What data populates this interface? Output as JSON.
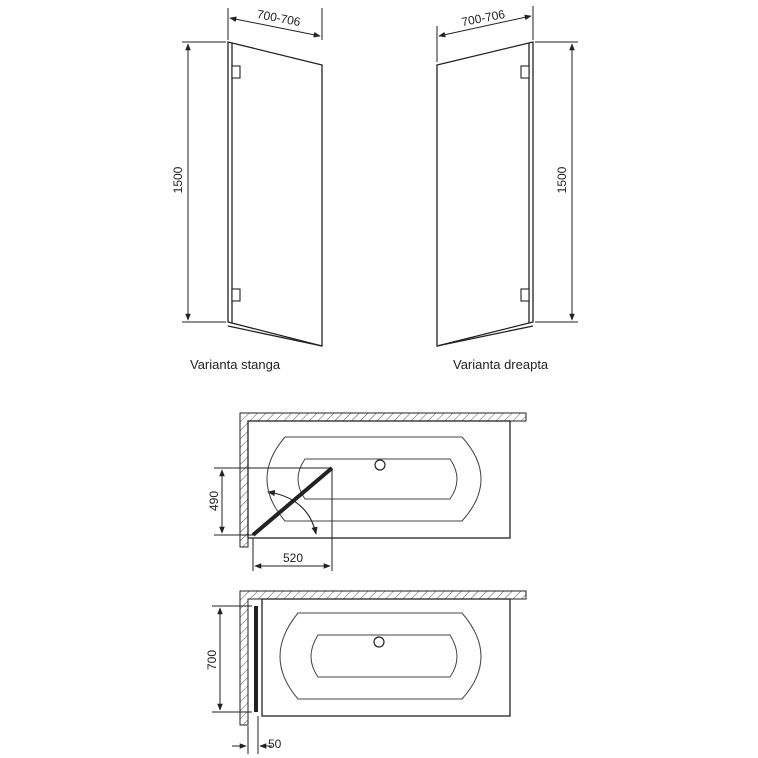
{
  "panel_left": {
    "width_label": "700-706",
    "height_label": "1500",
    "caption": "Varianta stanga"
  },
  "panel_right": {
    "width_label": "700-706",
    "height_label": "1500",
    "caption": "Varianta dreapta"
  },
  "plan_open": {
    "depth_label": "490",
    "width_label": "520"
  },
  "plan_closed": {
    "depth_label": "700",
    "offset_label": "50"
  }
}
